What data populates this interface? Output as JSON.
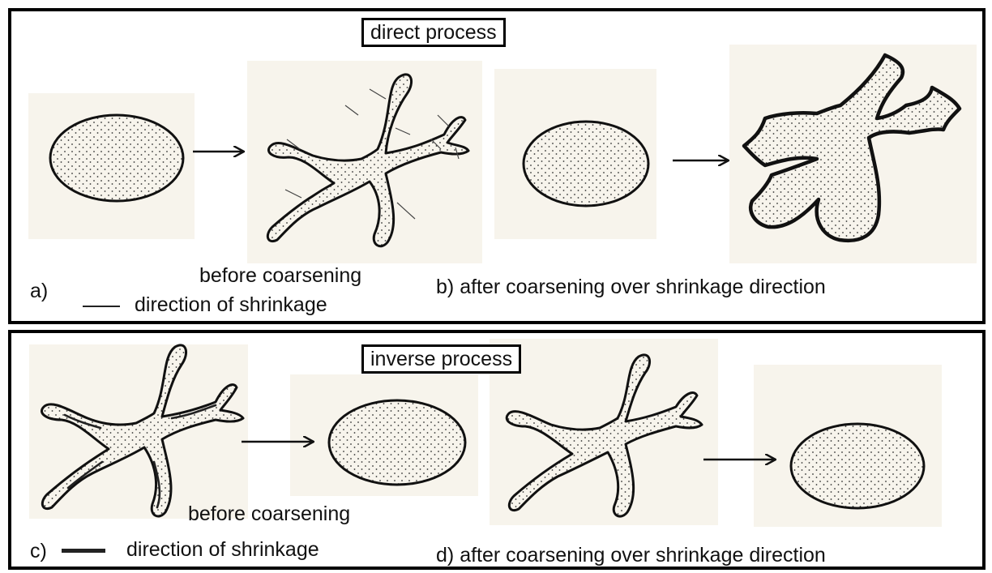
{
  "top_panel": {
    "title": "direct process",
    "panel_a": {
      "tag": "a)",
      "caption": "before  coarsening",
      "legend_text": "direction of  shrinkage"
    },
    "panel_b": {
      "tag": "b)",
      "caption": "after  coarsening  over shrinkage direction"
    }
  },
  "bottom_panel": {
    "title": "inverse process",
    "panel_c": {
      "tag": "c)",
      "caption": "before  coarsening",
      "legend_text": "direction of  shrinkage"
    },
    "panel_d": {
      "tag": "d)",
      "caption": "after  coarsening  over shrinkage direction"
    }
  }
}
